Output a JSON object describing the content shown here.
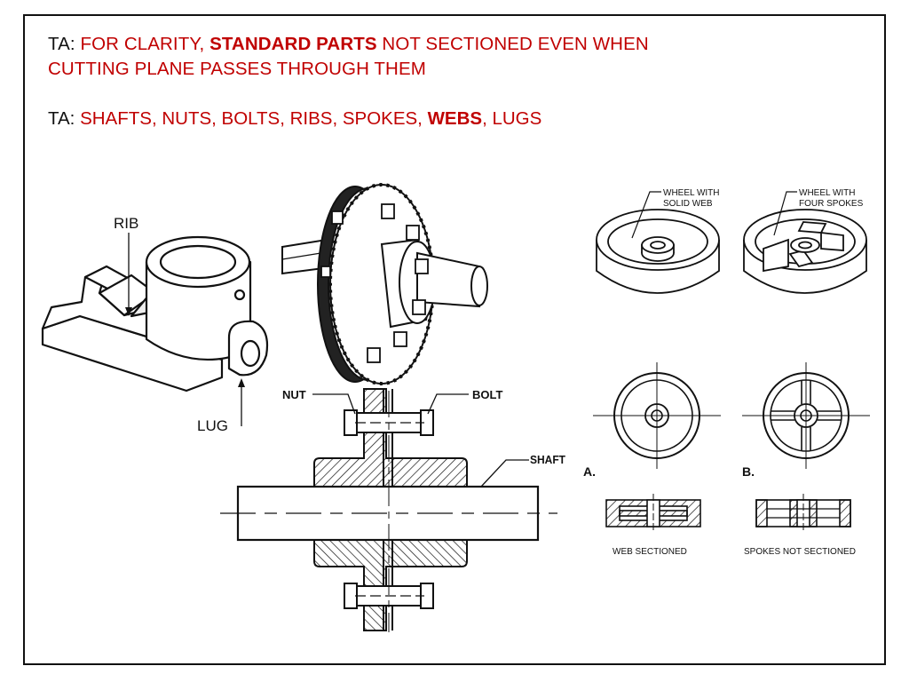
{
  "slide": {
    "line1": {
      "prefix": "TA: ",
      "part_a": "FOR CLARITY, ",
      "part_b": "STANDARD PARTS",
      "part_c": " NOT SECTIONED EVEN WHEN",
      "part_d": "CUTTING PLANE PASSES THROUGH THEM"
    },
    "line2": {
      "prefix": "TA: ",
      "part_a": "SHAFTS, NUTS, BOLTS, RIBS, SPOKES, ",
      "part_b": "WEBS",
      "part_c": ", LUGS"
    }
  },
  "labels": {
    "rib": "RIB",
    "lug": "LUG",
    "nut": "NUT",
    "bolt": "BOLT",
    "shaft": "SHAFT",
    "wheel_web_1": "WHEEL WITH",
    "wheel_web_2": "SOLID WEB",
    "wheel_spokes_1": "WHEEL WITH",
    "wheel_spokes_2": "FOUR SPOKES",
    "a": "A.",
    "b": "B.",
    "web_sectioned": "WEB SECTIONED",
    "spokes_not_sectioned": "SPOKES NOT SECTIONED"
  },
  "colors": {
    "accent": "#c00000",
    "text": "#111111"
  }
}
